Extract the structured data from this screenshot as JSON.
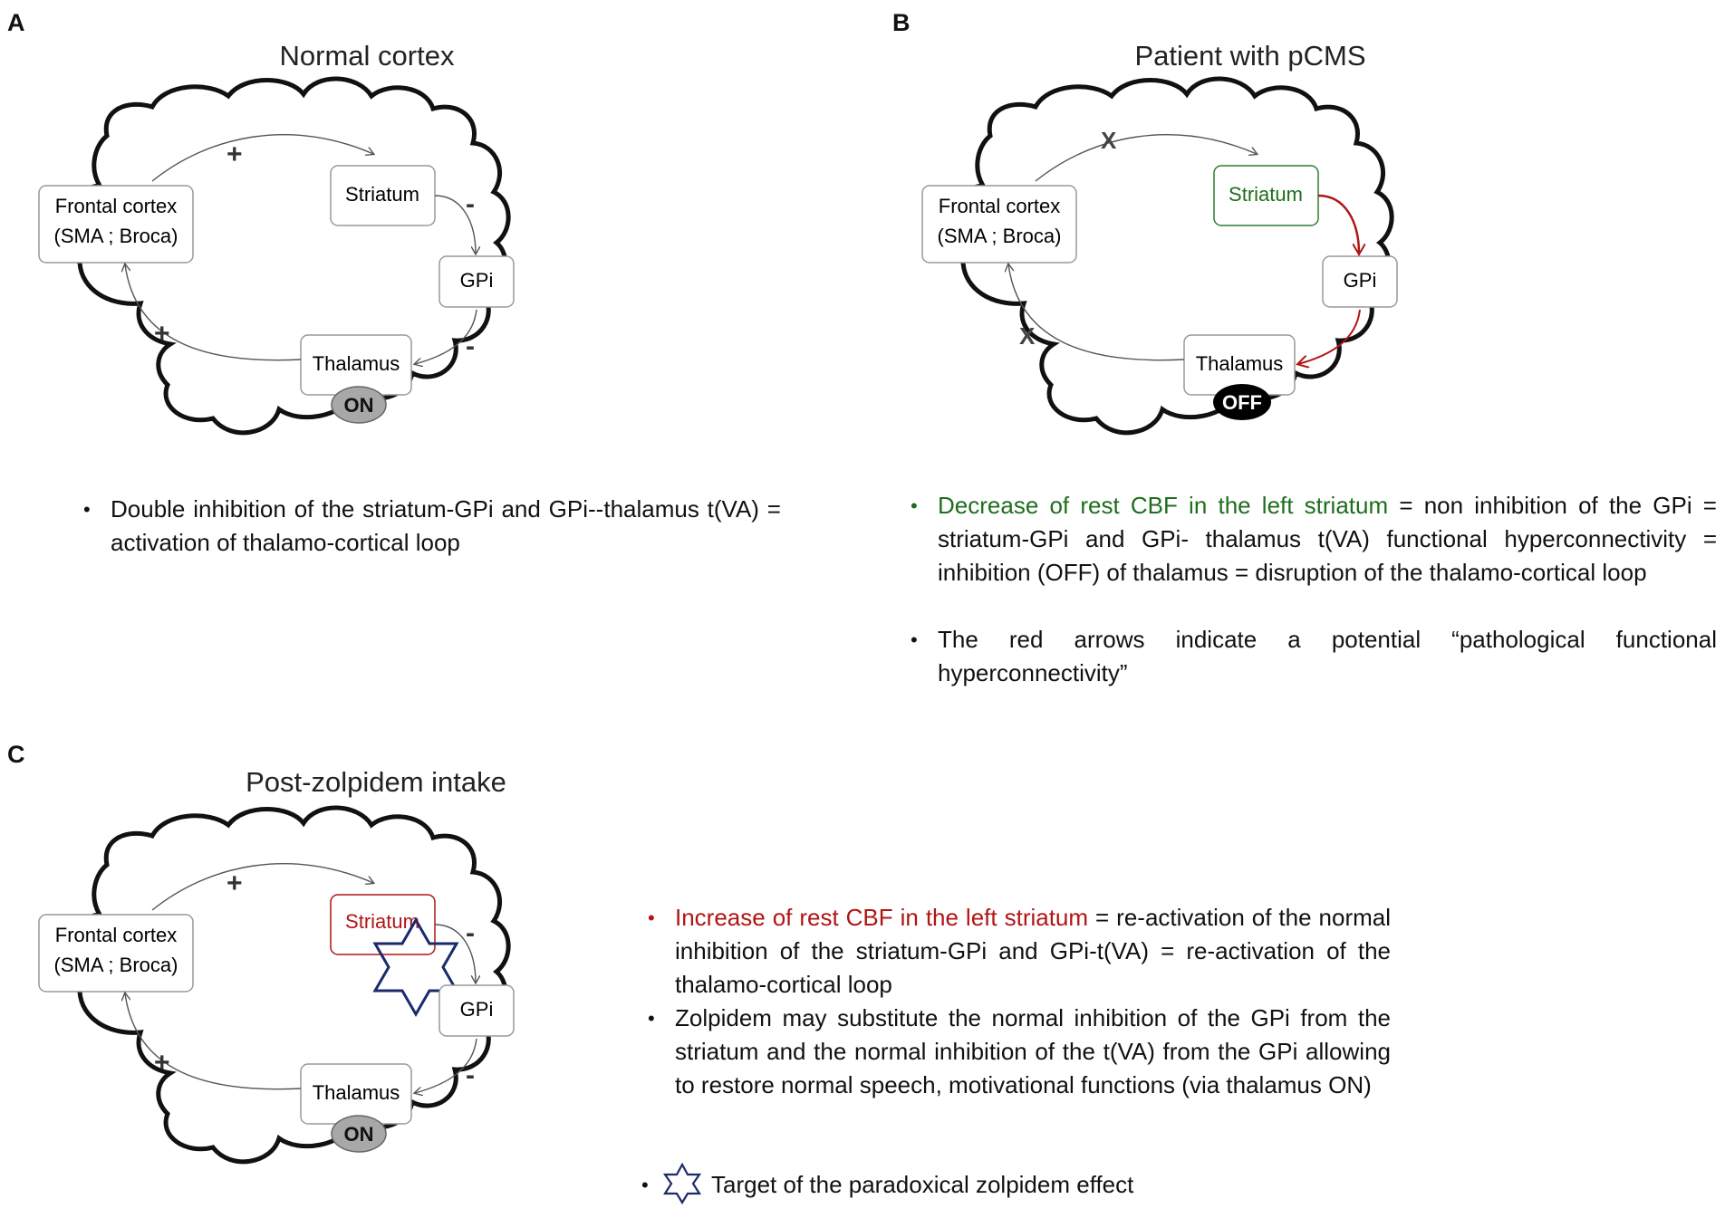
{
  "panels": {
    "a": {
      "letter": "A",
      "title": "Normal cortex",
      "boxes": {
        "frontal_line1": "Frontal cortex",
        "frontal_line2": "(SMA ; Broca)",
        "striatum": "Striatum",
        "gpi": "GPi",
        "thalamus": "Thalamus"
      },
      "badge": "ON",
      "signs": {
        "top": "+",
        "striatum_gpi": "-",
        "gpi_thalamus": "-",
        "left": "+"
      },
      "bullets": [
        "Double inhibition of the striatum-GPi and GPi--thalamus t(VA) = activation of thalamo-cortical loop"
      ]
    },
    "b": {
      "letter": "B",
      "title": "Patient with pCMS",
      "boxes": {
        "frontal_line1": "Frontal cortex",
        "frontal_line2": "(SMA ; Broca)",
        "striatum": "Striatum",
        "gpi": "GPi",
        "thalamus": "Thalamus"
      },
      "badge": "OFF",
      "signs": {
        "top": "X",
        "left": "X"
      },
      "bullet1_highlight": "Decrease of rest CBF in the left striatum",
      "bullet1_rest": " = non inhibition of the GPi = striatum-GPi and GPi- thalamus t(VA) functional hyperconnectivity = inhibition (OFF) of thalamus = disruption of the thalamo-cortical loop",
      "bullet2": "The red arrows indicate a potential “pathological functional hyperconnectivity”"
    },
    "c": {
      "letter": "C",
      "title": "Post-zolpidem intake",
      "boxes": {
        "frontal_line1": "Frontal cortex",
        "frontal_line2": "(SMA ; Broca)",
        "striatum": "Striatum",
        "gpi": "GPi",
        "thalamus": "Thalamus"
      },
      "badge": "ON",
      "signs": {
        "top": "+",
        "striatum_gpi": "-",
        "gpi_thalamus": "-",
        "left": "+"
      },
      "bullet1_highlight": "Increase of rest CBF in the left striatum",
      "bullet1_rest": " = re-activation of the normal inhibition of the striatum-GPi and GPi-t(VA) = re-activation of  the thalamo-cortical loop",
      "bullet2": "Zolpidem may substitute the normal inhibition of the GPi from the striatum and the normal inhibition of the t(VA) from the GPi allowing to restore normal speech, motivational functions (via thalamus ON)",
      "legend": "Target of the paradoxical zolpidem effect"
    }
  },
  "colors": {
    "green": "#1e6e1e",
    "red": "#b01515",
    "star": "#1a2a6c",
    "badge_on": "#a8a8a8",
    "badge_off": "#000000"
  }
}
